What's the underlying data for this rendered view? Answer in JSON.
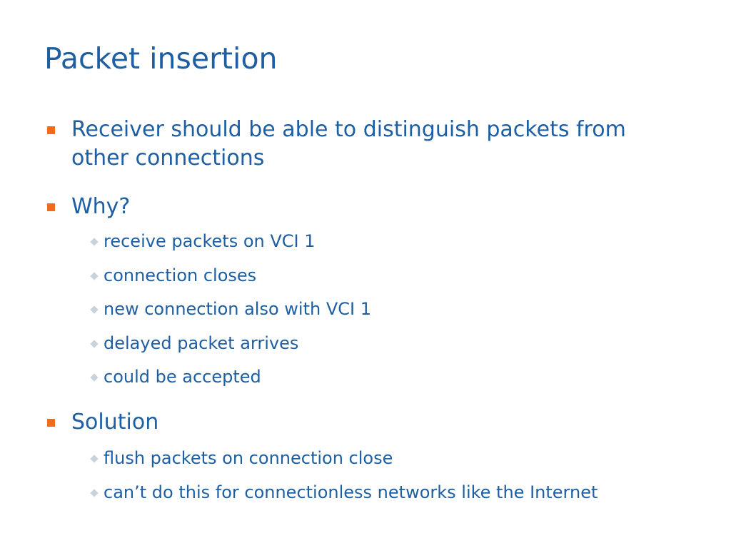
{
  "slide": {
    "title": "Packet insertion",
    "bullets": [
      {
        "text": "Receiver should be able to distinguish packets from other connections",
        "sub": []
      },
      {
        "text": "Why?",
        "sub": [
          "receive packets on VCI 1",
          "connection closes",
          "new connection also with VCI 1",
          "delayed packet arrives",
          "could be accepted"
        ]
      },
      {
        "text": "Solution",
        "sub": [
          "flush packets on connection close",
          "can’t do this for connectionless networks like the Internet"
        ]
      }
    ]
  },
  "colors": {
    "text": "#1e5fa3",
    "bullet": "#f26b1d",
    "sub_bullet": "#c8d2dd",
    "background": "#ffffff"
  },
  "icons": {
    "bullet": "square-bullet-icon",
    "sub_bullet": "diamond-bullet-icon"
  }
}
